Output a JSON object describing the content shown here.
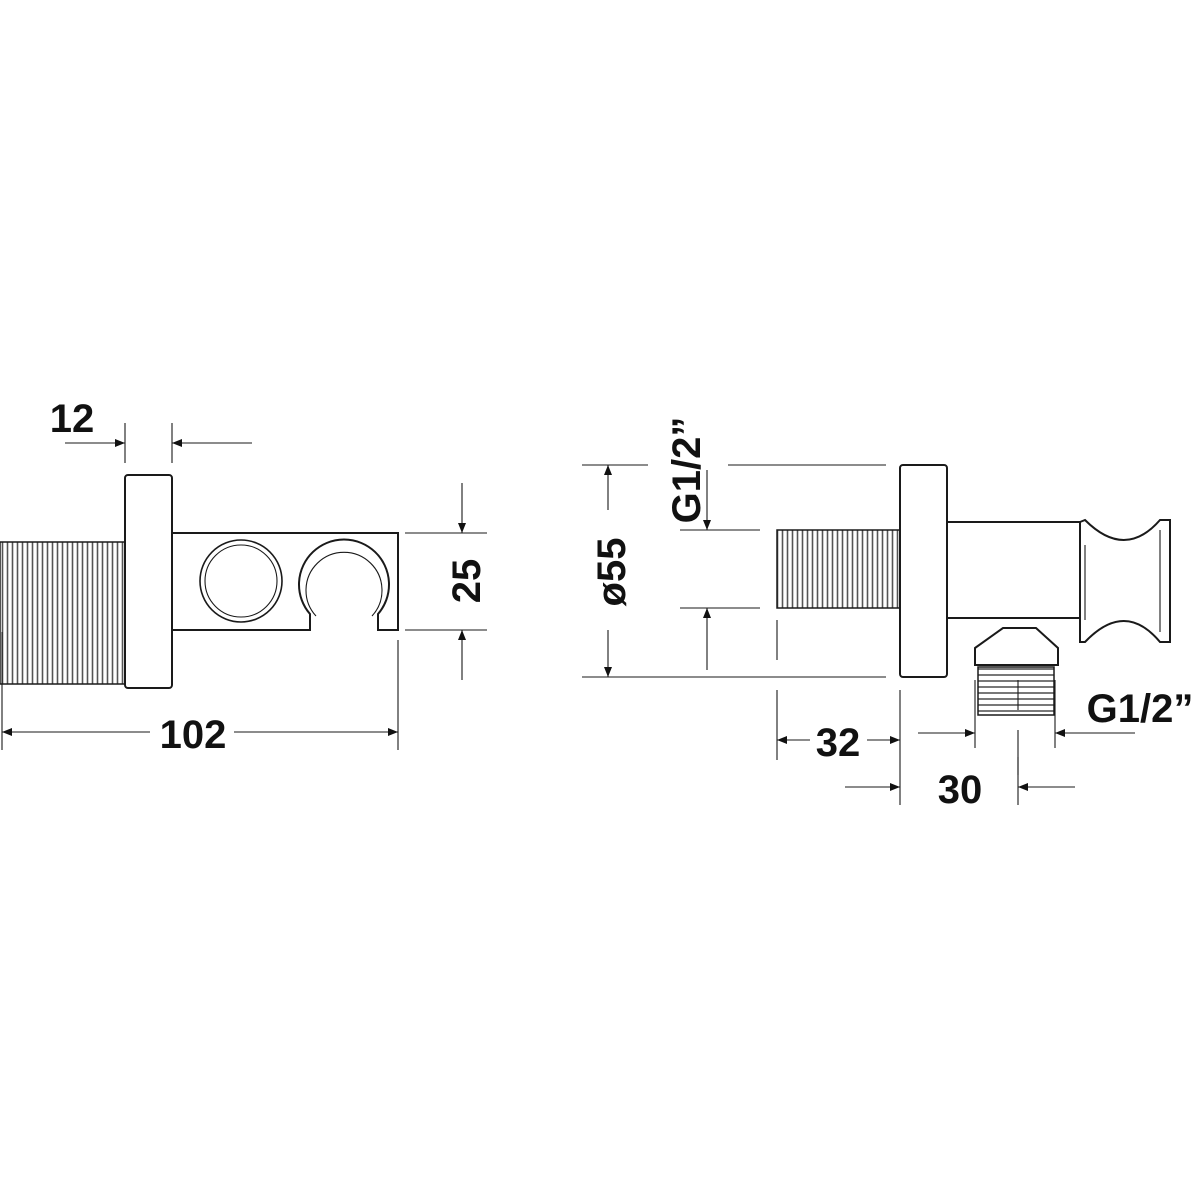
{
  "title": "Wall outlet with shower holder – dimension drawing",
  "left_view": {
    "dims": {
      "flange_thickness": "12",
      "holder_height": "25",
      "overall_length": "102"
    }
  },
  "right_view": {
    "dims": {
      "flange_diameter": "ø55",
      "inlet_thread": "G1/2”",
      "thread_length": "32",
      "outlet_offset": "30",
      "outlet_thread": "G1/2”"
    }
  },
  "colors": {
    "line": "#1a1a1a",
    "background": "#ffffff"
  }
}
